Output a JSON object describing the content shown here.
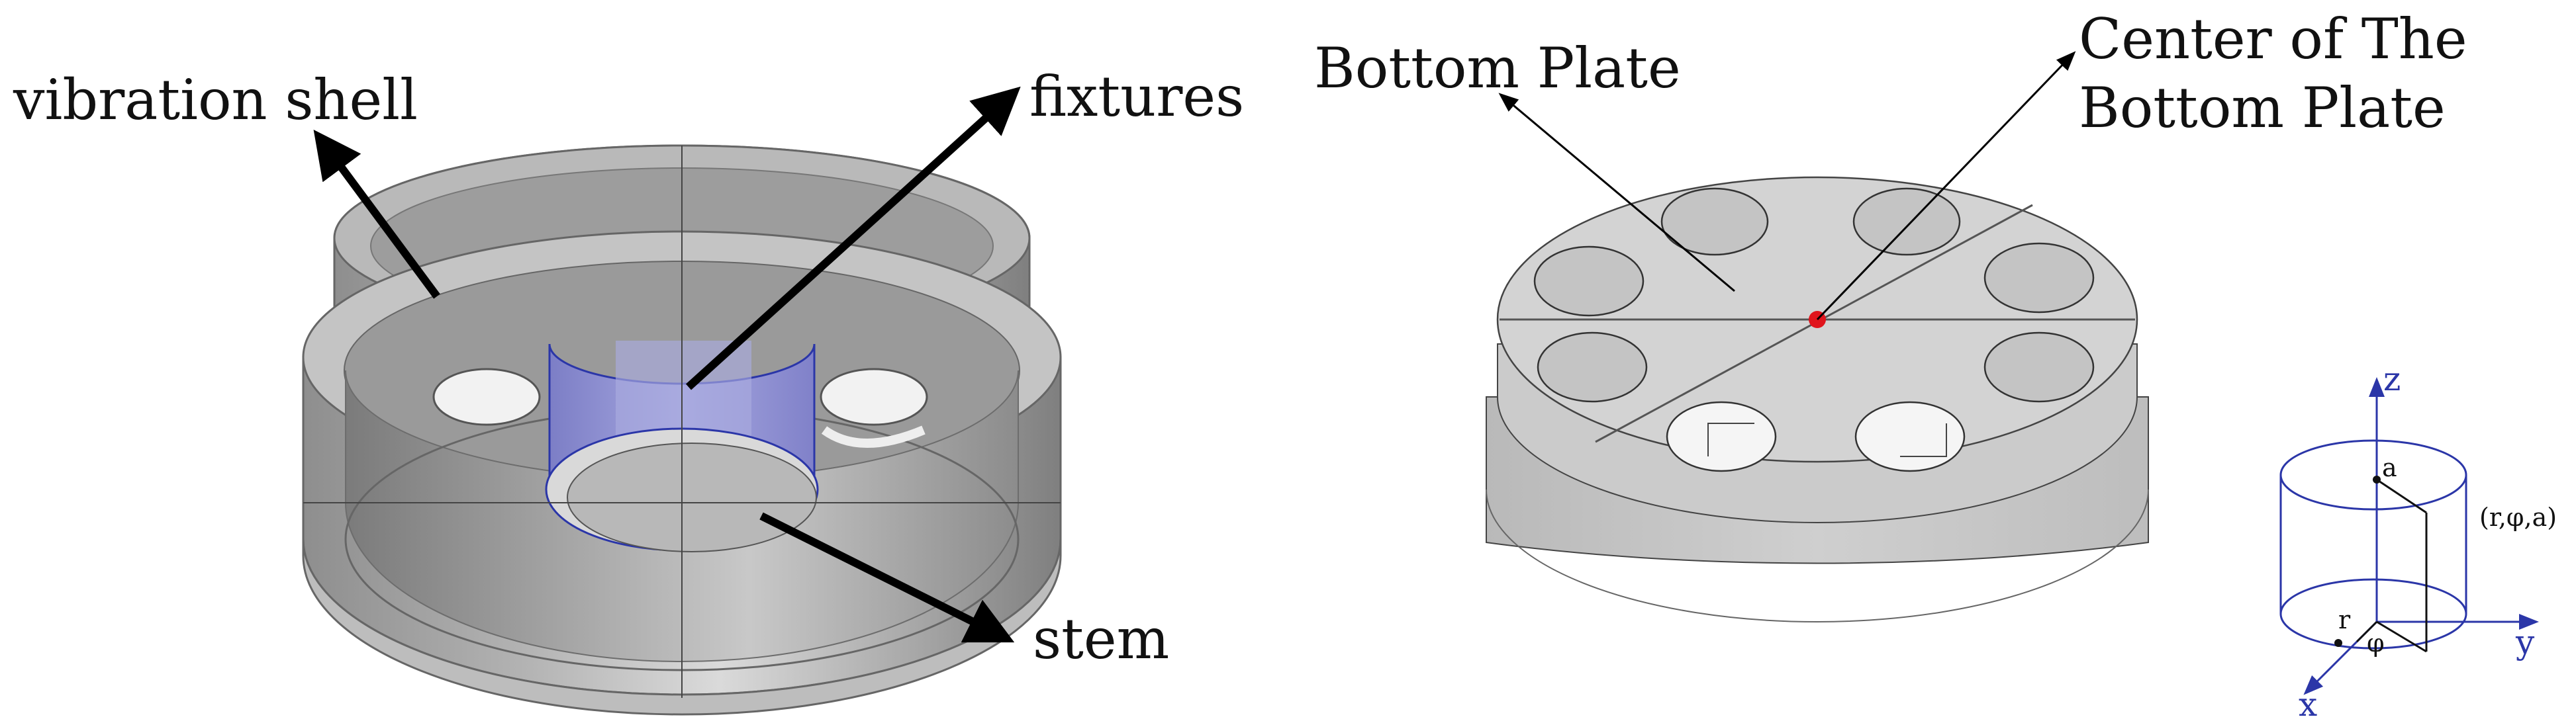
{
  "left_figure": {
    "labels": {
      "vibration_shell": "vibration shell",
      "fixtures": "fixtures",
      "stem": "stem"
    }
  },
  "right_figure": {
    "labels": {
      "bottom_plate": "Bottom Plate",
      "center_line1": "Center of The",
      "center_line2": "Bottom Plate"
    },
    "marker_color": "#e0141c"
  },
  "coordinate_diagram": {
    "axis_z": "z",
    "axis_y": "y",
    "axis_x": "x",
    "point_a": "a",
    "point_r": "r",
    "angle_phi": "φ",
    "point_coords": "(r,φ,a)",
    "line_color": "#2b36a8"
  },
  "colors": {
    "surface": "#c6c6c6",
    "fixture": "#8f90cf",
    "outline": "#2b36a8"
  }
}
